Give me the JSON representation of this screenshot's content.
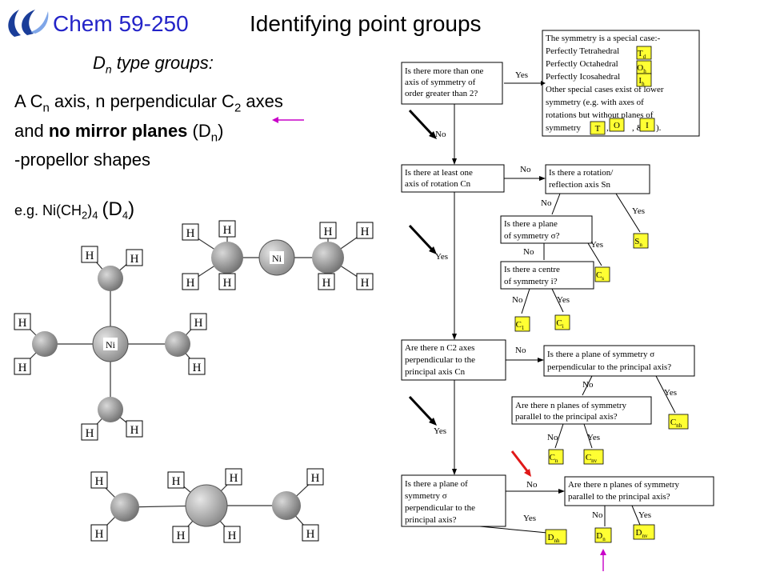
{
  "header": {
    "course": "Chem 59-250",
    "title": "Identifying point groups"
  },
  "subtitle": {
    "main": "D",
    "sub": "n",
    "rest": " type groups:"
  },
  "description": {
    "l1a": "A C",
    "l1sub": "n",
    "l1b": " axis, n perpendicular C",
    "l1sub2": "2",
    "l1c": " axes",
    "l2a": "and ",
    "l2bold": "no mirror planes",
    "l2b": " (D",
    "l2sub": "n",
    "l2c": ")",
    "l3": "-propellor shapes"
  },
  "example": {
    "prefix": "e.g. Ni(CH",
    "sub1": "2",
    "mid": ")",
    "sub2": "4",
    "space": " ",
    "pg": "(D",
    "pgsub": "4",
    "pgend": ")"
  },
  "molecules": {
    "ni": "Ni",
    "h": "H"
  },
  "flowchart": {
    "q1": [
      "Is there more than one",
      "axis  of symmetry of",
      "order greater than 2?"
    ],
    "special": [
      "The symmetry is a special case:-",
      "Perfectly Tetrahedral",
      "Perfectly Octahedral",
      "Perfectly Icosahedral",
      "Other special cases exist of lower",
      "symmetry (e.g. with axes of",
      "rotations but without planes of",
      "symmetry",
      ",",
      ", &",
      ")."
    ],
    "special_groups": [
      "Td",
      "Oh",
      "Ih",
      "T",
      "O",
      "I"
    ],
    "q2": [
      "Is there at least one",
      "axis of rotation Cn"
    ],
    "q2b": [
      "Is there a rotation/",
      "reflection axis Sn"
    ],
    "q2c": [
      "Is there a plane",
      "of symmetry σ?"
    ],
    "q2d": [
      "Is there a centre",
      "of symmetry i?"
    ],
    "q3": [
      "Are there n C2 axes",
      "perpendicular to the",
      "principal axis Cn"
    ],
    "q3b": [
      "Is there a plane of symmetry σ",
      "perpendicular to the principal axis?"
    ],
    "q3c": [
      "Are there n planes of symmetry",
      "parallel to the principal axis?"
    ],
    "q4": [
      "Is there a plane of",
      "symmetry  σ",
      "perpendicular to the",
      "principal axis?"
    ],
    "q4b": [
      "Are there n planes of symmetry",
      "parallel to the principal axis?"
    ],
    "yes": "Yes",
    "no": "No",
    "results": {
      "Sn": "Sn",
      "Cs": "Cs",
      "C1": "C1",
      "Ci": "Ci",
      "Cnh": "Cnh",
      "Cn": "Cn",
      "Cnv": "Cnv",
      "Dnh": "Dnh",
      "Dn": "Dn",
      "Dnv": "Dnv"
    }
  },
  "colors": {
    "accent_blue": "#2323c8",
    "pointer_magenta": "#c800c8",
    "pointer_red": "#e01818",
    "result_yellow": "#ffff33",
    "atom_gray": "#8c8c8c"
  }
}
